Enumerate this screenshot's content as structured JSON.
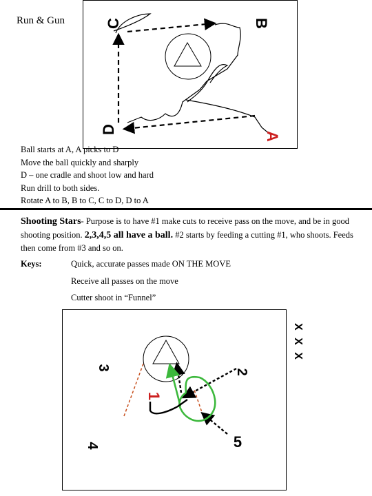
{
  "drill1": {
    "title": "Run & Gun",
    "labels": {
      "a": "A",
      "b": "B",
      "c": "C",
      "d": "D"
    },
    "description": [
      "Ball starts at A, A picks to D",
      "Move the ball quickly and sharply",
      "D – one cradle and shoot low and hard",
      "Run drill to both sides.",
      "Rotate A to B, B to C, C to D, D to A"
    ]
  },
  "drill2": {
    "title": "Shooting Stars",
    "intro": "- Purpose is to have #1 make cuts to receive pass on the move, and be in good shooting position. ",
    "bold": "2,3,4,5 all have a ball.",
    "rest": " #2 starts by feeding a cutting #1, who shoots. Feeds then come from #3 and so on.",
    "keys_label": "Keys:",
    "keys": [
      "Quick, accurate passes made ON THE MOVE",
      "Receive all passes on the move",
      "Cutter shoot in “Funnel”"
    ],
    "players": {
      "p1": "1",
      "p2": "2",
      "p3": "3",
      "p4": "4",
      "p5": "5"
    },
    "side_marks": "X X X"
  },
  "colors": {
    "red": "#cc1f1f",
    "green": "#3cb83c",
    "orange": "#c8501e"
  }
}
